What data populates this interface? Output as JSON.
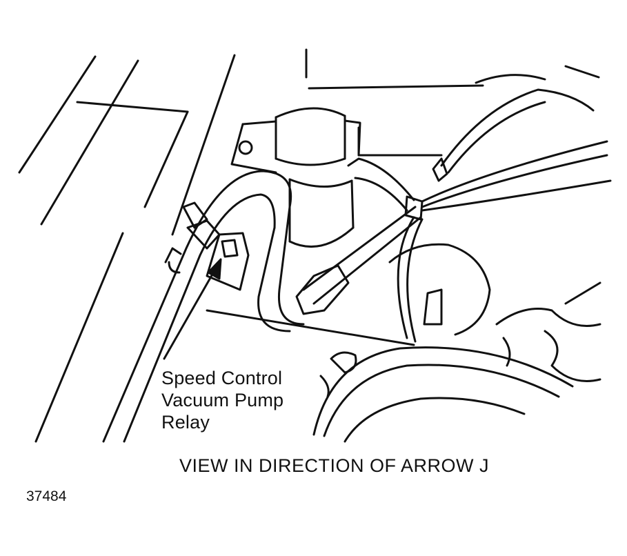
{
  "callout": {
    "lines": [
      "Speed Control",
      "Vacuum Pump",
      "Relay"
    ]
  },
  "caption": "VIEW IN DIRECTION OF ARROW J",
  "figure_number": "37484",
  "colors": {
    "ink": "#111111",
    "background": "#ffffff"
  }
}
